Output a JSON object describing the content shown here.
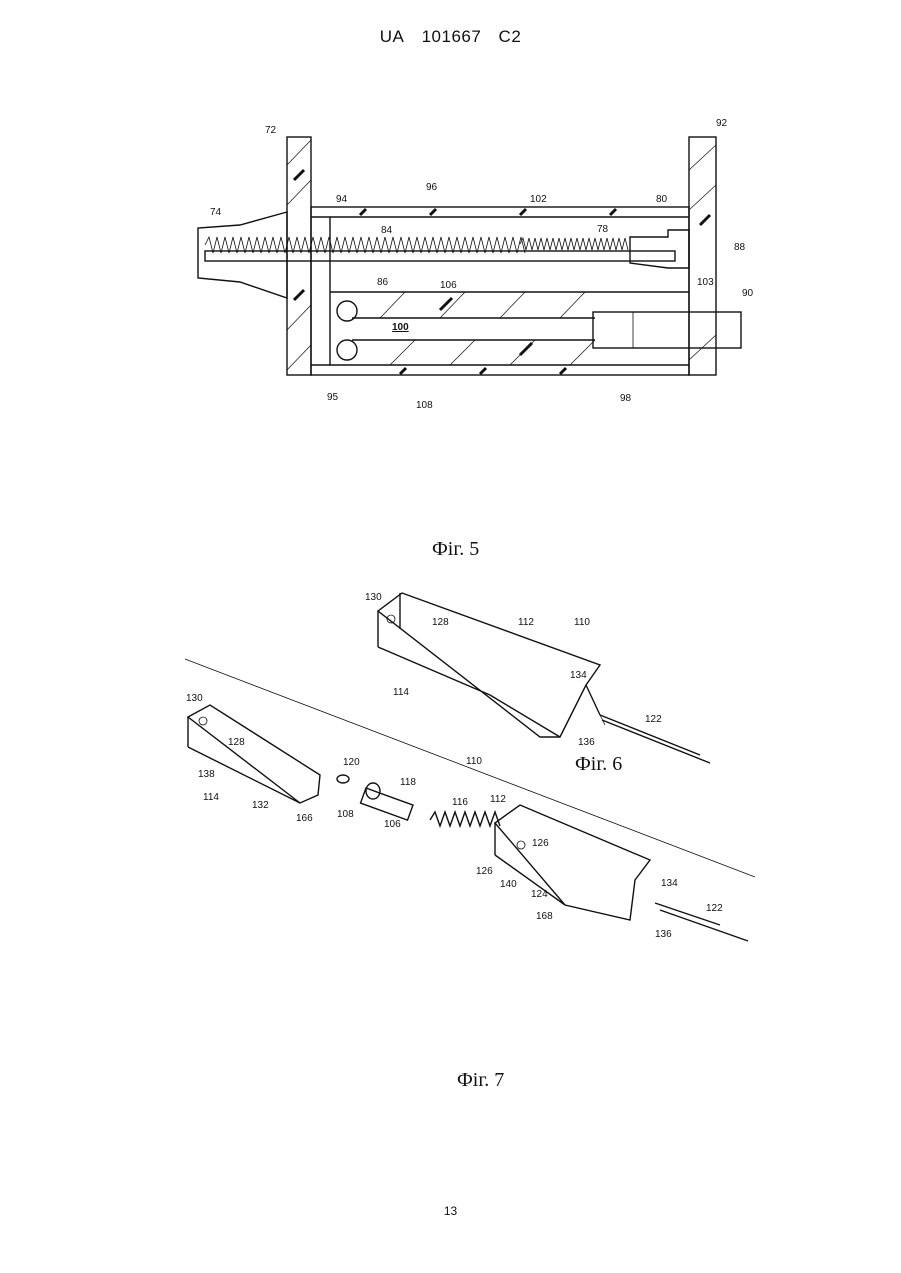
{
  "header": {
    "office": "UA",
    "number": "101667",
    "kind": "C2"
  },
  "figures": [
    {
      "caption": "Фіг. 5",
      "labels": [
        "72",
        "92",
        "74",
        "94",
        "96",
        "102",
        "80",
        "78",
        "84",
        "88",
        "86",
        "106",
        "103",
        "90",
        "100",
        "95",
        "108",
        "98"
      ]
    },
    {
      "caption": "Фіг. 6",
      "labels": [
        "130",
        "128",
        "112",
        "110",
        "114",
        "134",
        "122",
        "136"
      ]
    },
    {
      "caption": "Фіг. 7",
      "labels": [
        "130",
        "128",
        "110",
        "120",
        "118",
        "138",
        "114",
        "132",
        "166",
        "108",
        "106",
        "116",
        "112",
        "126",
        "126",
        "140",
        "124",
        "134",
        "168",
        "122",
        "136"
      ]
    }
  ],
  "page_number": "13"
}
